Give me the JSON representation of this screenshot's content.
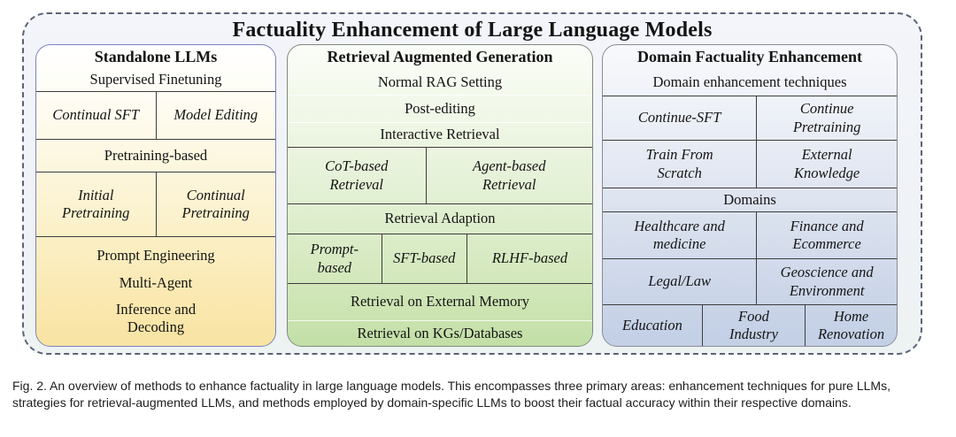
{
  "title": "Factuality Enhancement of Large Language Models",
  "colors": {
    "outer_dash_border": "#5c6377",
    "left_box_border": "#7b80c4",
    "left_box_fill_bottom": "#f8e3a2",
    "middle_box_border": "#7f8a7c",
    "middle_box_fill_bottom": "#c2dfa6",
    "right_box_border": "#878d96",
    "right_box_fill_bottom": "#c2cfe5"
  },
  "left": {
    "header": "Standalone LLMs",
    "supervised_finetuning": "Supervised Finetuning",
    "continual_sft": "Continual SFT",
    "model_editing": "Model Editing",
    "pretraining_based": "Pretraining-based",
    "initial_pretraining": "Initial Pretraining",
    "continual_pretraining": "Continual Pretraining",
    "prompt_engineering": "Prompt Engineering",
    "multi_agent": "Multi-Agent",
    "inference_and_decoding": "Inference and Decoding"
  },
  "middle": {
    "header": "Retrieval Augmented Generation",
    "normal_rag_setting": "Normal RAG Setting",
    "post_editing": "Post-editing",
    "interactive_retrieval": "Interactive Retrieval",
    "cot_based_retrieval": "CoT-based Retrieval",
    "agent_based_retrieval": "Agent-based Retrieval",
    "retrieval_adaption": "Retrieval Adaption",
    "prompt_based": "Prompt-based",
    "sft_based": "SFT-based",
    "rlhf_based": "RLHF-based",
    "retrieval_external_memory": "Retrieval on External Memory",
    "retrieval_kgs_databases": "Retrieval on KGs/Databases"
  },
  "right": {
    "header": "Domain Factuality Enhancement",
    "domain_enhancement_techniques": "Domain enhancement techniques",
    "continue_sft": "Continue-SFT",
    "continue_pretraining": "Continue Pretraining",
    "train_from_scratch": "Train From Scratch",
    "external_knowledge": "External Knowledge",
    "domains": "Domains",
    "healthcare_and_medicine": "Healthcare and medicine",
    "finance_and_ecommerce": "Finance and Ecommerce",
    "legal_law": "Legal/Law",
    "geoscience_and_environment": "Geoscience and Environment",
    "education": "Education",
    "food_industry": "Food Industry",
    "home_renovation": "Home Renovation"
  },
  "caption": "Fig. 2. An overview of methods to enhance factuality in large language models. This encompasses three primary areas: enhancement techniques for pure LLMs, strategies for retrieval-augmented LLMs, and methods employed by domain-specific LLMs to boost their factual accuracy within their respective domains."
}
